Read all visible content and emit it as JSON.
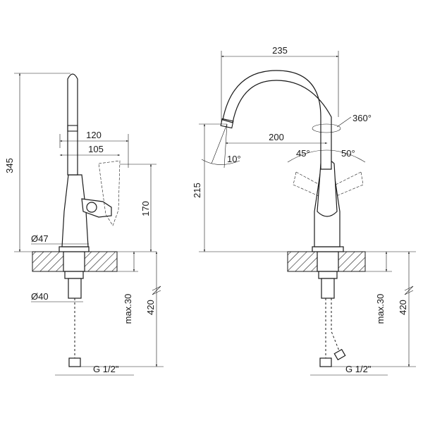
{
  "left_view": {
    "height_total": "345",
    "reach_upper": "120",
    "reach_lower": "105",
    "height_handle": "170",
    "diameter_base": "Ø47",
    "diameter_shank": "Ø40",
    "max_thickness": "max.30",
    "hose_length": "420",
    "thread": "G 1/2\""
  },
  "right_view": {
    "width_total": "235",
    "reach": "200",
    "height": "215",
    "rotation": "360°",
    "tilt_spout": "10°",
    "angle_left": "45°",
    "angle_right": "50°",
    "max_thickness": "max.30",
    "hose_length": "420",
    "thread": "G 1/2\""
  }
}
